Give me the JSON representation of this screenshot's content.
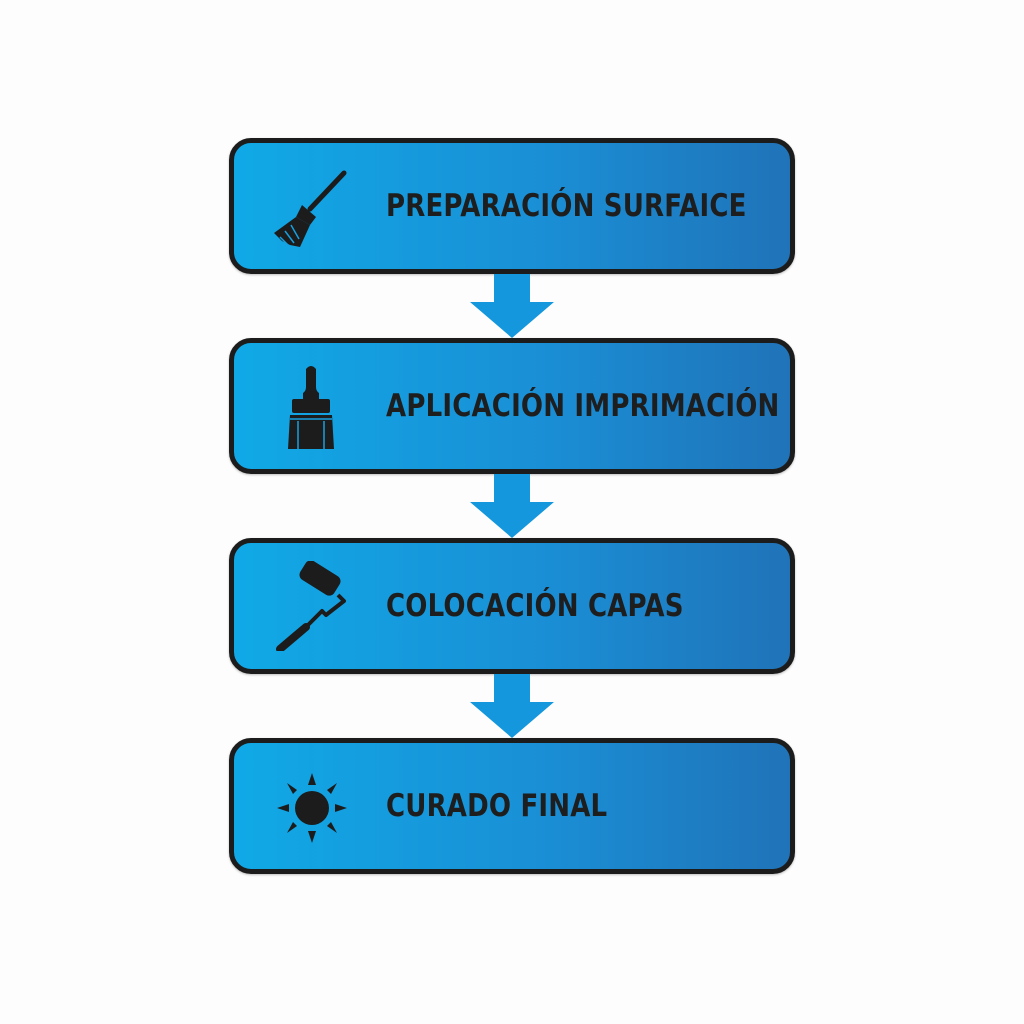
{
  "steps": [
    {
      "label": "PREPARACIÓN SURFAICE",
      "icon": "broom-icon"
    },
    {
      "label": "APLICACIÓN IMPRIMACIÓN",
      "icon": "paintbrush-icon"
    },
    {
      "label": "COLOCACIÓN CAPAS",
      "icon": "paint-roller-icon"
    },
    {
      "label": "CURADO FINAL",
      "icon": "sun-icon"
    }
  ],
  "colors": {
    "box_gradient_start": "#10a9e6",
    "box_gradient_end": "#2073b8",
    "border": "#1c1c1c",
    "text": "#1e1e1e",
    "arrow": "#1597dd"
  },
  "connector_icon": "arrow-down-icon"
}
